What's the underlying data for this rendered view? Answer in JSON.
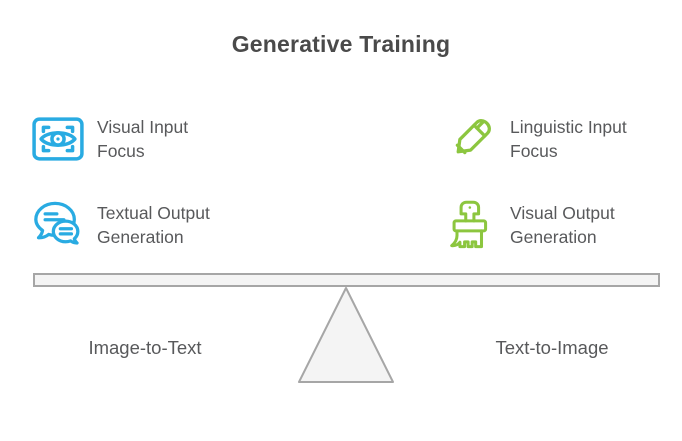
{
  "title": "Generative Training",
  "colors": {
    "blue": "#29ABE2",
    "green": "#8CC63F",
    "heading": "#4A4A4A",
    "body-text": "#58595B",
    "shape-fill": "#F4F4F4",
    "shape-stroke": "#A6A6A6"
  },
  "features": [
    {
      "icon": "eye-scan-icon",
      "line1": "Visual Input",
      "line2": "Focus"
    },
    {
      "icon": "pen-icon",
      "line1": "Linguistic Input",
      "line2": "Focus"
    },
    {
      "icon": "chat-bubbles-icon",
      "line1": "Textual Output",
      "line2": "Generation"
    },
    {
      "icon": "paint-brush-icon",
      "line1": "Visual Output",
      "line2": "Generation"
    }
  ],
  "balance": {
    "left_label": "Image-to-Text",
    "right_label": "Text-to-Image"
  }
}
